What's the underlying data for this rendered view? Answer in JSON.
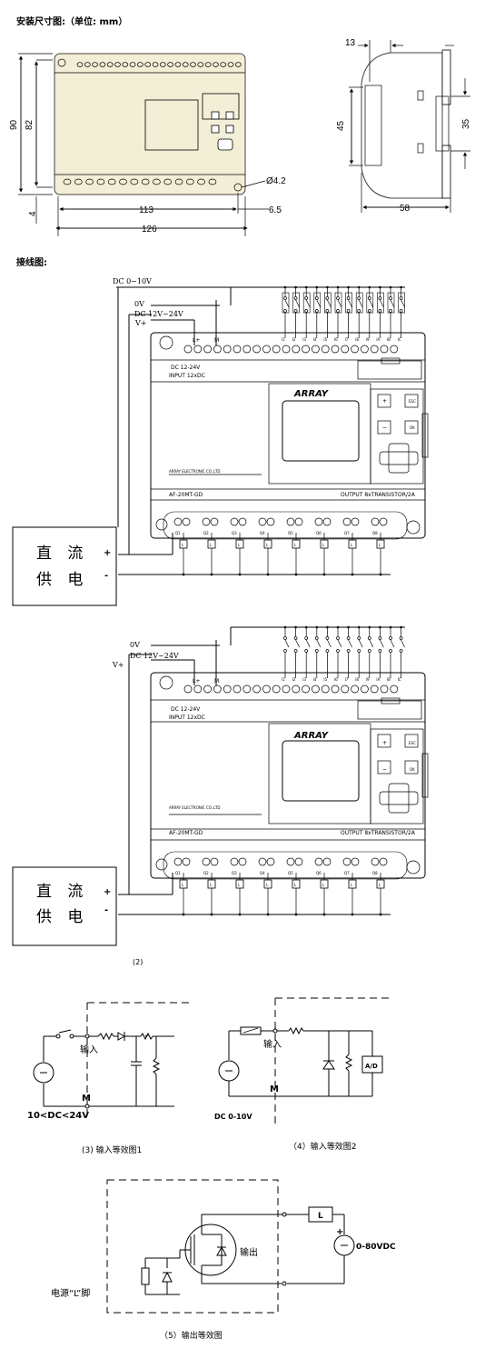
{
  "headings": {
    "mount_title": "安装尺寸图:（单位: mm）",
    "wiring_title": "接线图:"
  },
  "dimensions": {
    "height_90": "90",
    "height_82": "82",
    "base_4": "4",
    "width_113": "113",
    "width_126": "126",
    "offset_6_5": "6.5",
    "hole": "Ø4.2",
    "side_13": "13",
    "side_45": "45",
    "side_35": "35",
    "side_58": "58"
  },
  "wiring1": {
    "dc_0_10": "DC 0~10V",
    "zero_v": "0V",
    "dc_12_24": "DC 12V~24V",
    "v_plus": "V+",
    "inputs": [
      "I1",
      "I2",
      "I3",
      "I4",
      "I5",
      "I6",
      "I7",
      "I8",
      "I9",
      "IA",
      "IB",
      "IC"
    ],
    "l_plus": "L+",
    "m": "M",
    "dc_label": "DC  12-24V",
    "input_label": "INPUT  12xDC",
    "brand": "ARRAY",
    "company": "ARRAY ELECTRONIC CO.,LTD",
    "model": "AF-20MT-GD",
    "output_label": "OUTPUT 8xTRANSISTOR/2A",
    "buttons": [
      "+",
      "ESC",
      "−",
      "OK"
    ],
    "outputs": [
      "Q1",
      "Q2",
      "Q3",
      "Q4",
      "Q5",
      "Q6",
      "Q7",
      "Q8"
    ],
    "load": "L",
    "supply_line1": "直 流",
    "supply_line2": "供 电",
    "plus": "+",
    "minus": "-"
  },
  "wiring2": {
    "zero_v": "0V",
    "dc_12_24": "DC 12V~24V",
    "v_plus": "V+",
    "caption": "(2)"
  },
  "equiv1": {
    "input": "输入",
    "m": "M",
    "range": "10<DC<24V",
    "caption": "(3) 输入等效图1"
  },
  "equiv2": {
    "input": "输入",
    "m": "M",
    "range": "DC 0-10V",
    "ad": "A/D",
    "caption": "（4）输入等效图2"
  },
  "equiv3": {
    "output": "输出",
    "load": "L",
    "supply": "0-80VDC",
    "plus": "+",
    "pin": "电源“L”脚",
    "caption": "（5）输出等效图"
  },
  "colors": {
    "plc_body": "#f3eed6",
    "line": "#000000"
  }
}
